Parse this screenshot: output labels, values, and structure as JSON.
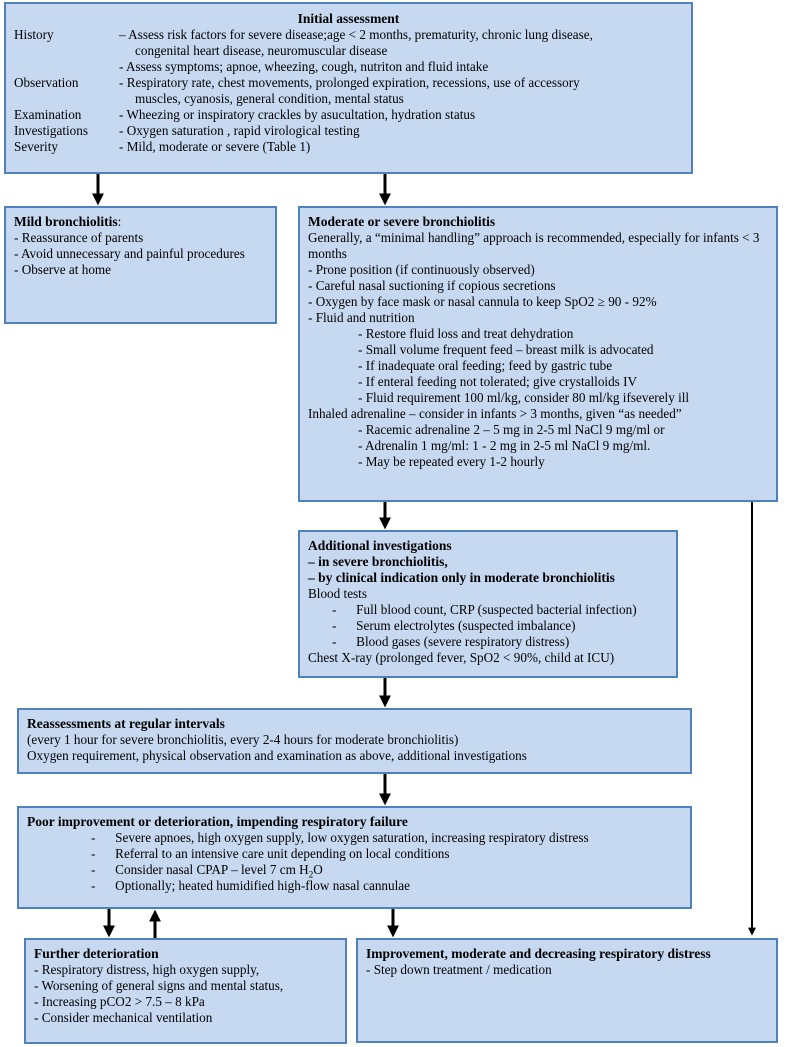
{
  "initial": {
    "title": "Initial assessment",
    "rows": [
      {
        "label": "History",
        "lines": [
          "– Assess risk factors for severe disease;age < 2 months, prematurity, chronic lung disease,",
          "congenital heart disease, neuromuscular disease",
          "- Assess symptoms; apnoe, wheezing, cough, nutriton and fluid intake"
        ]
      },
      {
        "label": "Observation",
        "lines": [
          "- Respiratory rate, chest movements, prolonged expiration, recessions, use of accessory",
          "muscles, cyanosis, general condition, mental status"
        ]
      },
      {
        "label": "Examination",
        "lines": [
          "- Wheezing or inspiratory crackles by asucultation, hydration status"
        ]
      },
      {
        "label": "Investigations",
        "lines": [
          "- Oxygen saturation , rapid virological testing"
        ]
      },
      {
        "label": "Severity",
        "lines": [
          "- Mild, moderate or severe  (Table 1)"
        ]
      }
    ]
  },
  "mild": {
    "title": "Mild bronchiolitis",
    "colon": ":",
    "items": [
      "- Reassurance of parents",
      "- Avoid unnecessary and painful procedures",
      "- Observe at home"
    ]
  },
  "moderate": {
    "title": "Moderate or severe bronchiolitis",
    "intro": "Generally, a “minimal handling” approach is recommended, especially for infants  < 3 months",
    "items": [
      "- Prone position (if continuously observed)",
      "- Careful nasal suctioning if copious secretions",
      "- Oxygen by face mask or nasal cannula to keep SpO2 ≥ 90 - 92%",
      "- Fluid and nutrition"
    ],
    "fluid_items": [
      "- Restore fluid loss and treat dehydration",
      "- Small volume frequent feed – breast milk is advocated",
      "- If inadequate oral feeding; feed by gastric tube",
      "- If enteral feeding not tolerated; give crystalloids IV",
      "- Fluid requirement 100 ml/kg, consider 80 ml/kg ifseverely ill"
    ],
    "adrenaline": "Inhaled adrenaline – consider in infants > 3 months, given “as needed”",
    "adrenaline_items": [
      "- Racemic adrenaline 2 – 5 mg in 2-5 ml NaCl 9 mg/ml or",
      "- Adrenalin 1 mg/ml: 1 - 2 mg  in 2-5 ml NaCl 9 mg/ml.",
      "- May be repeated every 1-2 hourly"
    ]
  },
  "additional": {
    "title_lines": [
      "Additional investigations",
      "– in severe bronchiolitis,",
      "– by clinical indication only in moderate bronchiolitis"
    ],
    "blood_tests": "Blood tests",
    "blood_items": [
      "-      Full blood count, CRP (suspected bacterial infection)",
      "-      Serum electrolytes (suspected imbalance)",
      "-      Blood gases (severe respiratory distress)"
    ],
    "chest": "Chest X-ray (prolonged fever, SpO2 < 90%, child at ICU)"
  },
  "reassess": {
    "title": "Reassessments at regular intervals",
    "lines": [
      "(every 1 hour for severe bronchiolitis, every 2-4 hours for moderate bronchiolitis)",
      "Oxygen requirement, physical observation and examination as above, additional investigations"
    ]
  },
  "poor": {
    "title": "Poor improvement or deterioration, impending respiratory failure",
    "items": [
      "-      Severe apnoes, high oxygen supply, low oxygen saturation, increasing respiratory distress",
      "-      Referral to an intensive care unit depending on local conditions"
    ],
    "cpap_text": "-      Consider nasal CPAP – level 7 cm H",
    "cpap_sub": "2",
    "cpap_end": "O",
    "last_item": "-      Optionally; heated humidified high-flow nasal cannulae"
  },
  "further": {
    "title": "Further deterioration",
    "items": [
      "- Respiratory distress, high oxygen supply,",
      "- Worsening of general signs and mental status,",
      "- Increasing  pCO2 > 7.5 – 8 kPa",
      "- Consider mechanical ventilation"
    ]
  },
  "improve": {
    "title": "Improvement, moderate and decreasing respiratory distress",
    "items": [
      "- Step down treatment / medication"
    ]
  }
}
